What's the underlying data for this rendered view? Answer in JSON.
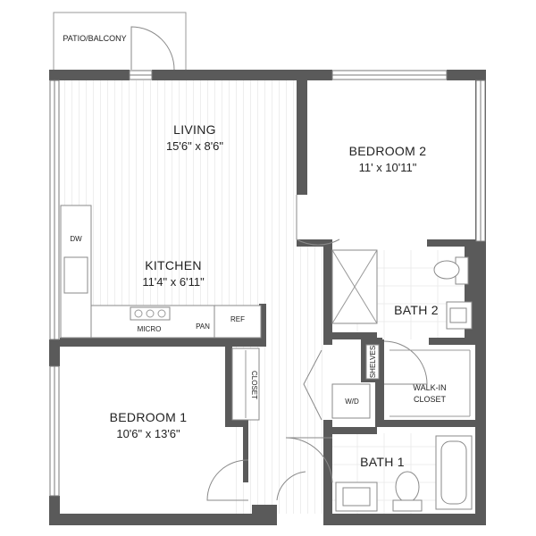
{
  "rooms": {
    "patio": {
      "name": "PATIO/BALCONY"
    },
    "living": {
      "name": "LIVING",
      "dims": "15'6\" x 8'6\""
    },
    "bedroom2": {
      "name": "BEDROOM 2",
      "dims": "11' x 10'11\""
    },
    "kitchen": {
      "name": "KITCHEN",
      "dims": "11'4\" x 6'11\""
    },
    "bath2": {
      "name": "BATH 2"
    },
    "bedroom1": {
      "name": "BEDROOM 1",
      "dims": "10'6\" x 13'6\""
    },
    "bath1": {
      "name": "BATH 1"
    },
    "walkin": {
      "name_line1": "WALK-IN",
      "name_line2": "CLOSET"
    }
  },
  "fixtures": {
    "dw": "DW",
    "micro": "MICRO",
    "pan": "PAN",
    "ref": "REF",
    "closet": "CLOSET",
    "shelves": "SHELVES",
    "wd": "W/D"
  },
  "colors": {
    "wall": "#5a5a5a",
    "line": "#9a9a9a",
    "text": "#222222"
  }
}
